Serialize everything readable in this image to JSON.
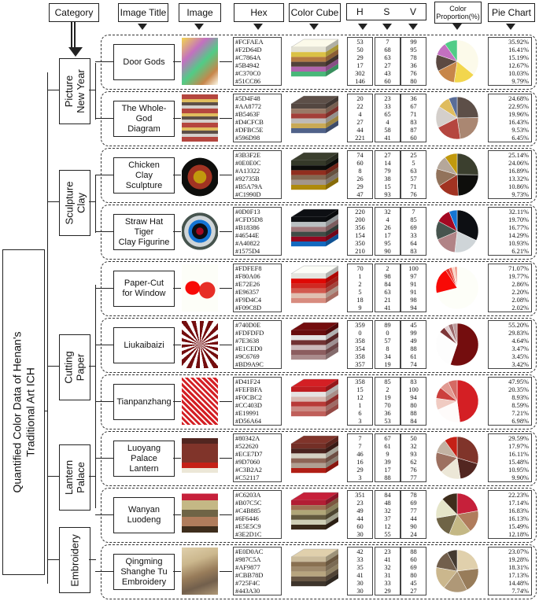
{
  "headers": {
    "category": "Category",
    "image_title": "Image Title",
    "image": "Image",
    "hex": "Hex",
    "color_cube": "Color Cube",
    "h": "H",
    "s": "S",
    "v": "V",
    "color_proportion": "Color Proportion(%)",
    "pie_chart": "Pie Chart"
  },
  "root_title_line1": "Quantified Color Data of Henan's",
  "root_title_line2": "Traditional Art ICH",
  "categories": [
    {
      "line1": "Picture",
      "line2": "New Year"
    },
    {
      "line1": "Sculpture",
      "line2": "Clay"
    },
    {
      "line1": "Cutting",
      "line2": "Paper"
    },
    {
      "line1": "Lantern",
      "line2": "Palace"
    },
    {
      "line1": "Embroidery",
      "line2": ""
    }
  ],
  "rows": [
    {
      "title": [
        "Door Gods"
      ],
      "hex": [
        "#FCFAEA",
        "#F2D64D",
        "#C7864A",
        "#5B4942",
        "#C370C0",
        "#51CC86"
      ],
      "h": [
        "53",
        "50",
        "29",
        "17",
        "302",
        "146"
      ],
      "s": [
        "7",
        "68",
        "63",
        "27",
        "43",
        "60"
      ],
      "v": [
        "99",
        "95",
        "78",
        "36",
        "76",
        "80"
      ],
      "pct": [
        "35.92%",
        "16.41%",
        "15.19%",
        "12.67%",
        "10.03%",
        "9.79%"
      ]
    },
    {
      "title": [
        "The Whole-",
        "God",
        "Diagram"
      ],
      "hex": [
        "#5D4F48",
        "#AA8772",
        "#B5463F",
        "#D4CFCB",
        "#DFBC5E",
        "#596D98"
      ],
      "h": [
        "20",
        "22",
        "4",
        "27",
        "44",
        "221"
      ],
      "s": [
        "23",
        "33",
        "65",
        "4",
        "58",
        "41"
      ],
      "v": [
        "36",
        "67",
        "71",
        "83",
        "87",
        "60"
      ],
      "pct": [
        "24.68%",
        "22.95%",
        "19.96%",
        "16.43%",
        "9.53%",
        "6.45%"
      ]
    },
    {
      "title": [
        "Chicken",
        "Clay",
        "Sculpture"
      ],
      "hex": [
        "#3B3F2E",
        "#0E0E0C",
        "#A13322",
        "#92735B",
        "#B5A79A",
        "#C1990D"
      ],
      "h": [
        "74",
        "60",
        "8",
        "26",
        "29",
        "47"
      ],
      "s": [
        "27",
        "14",
        "79",
        "38",
        "15",
        "93"
      ],
      "v": [
        "25",
        "5",
        "63",
        "57",
        "71",
        "76"
      ],
      "pct": [
        "25.14%",
        "24.06%",
        "16.89%",
        "13.32%",
        "10.86%",
        "9.73%"
      ]
    },
    {
      "title": [
        "Straw Hat",
        "Tiger",
        "Clay Figurine"
      ],
      "hex": [
        "#0D0F13",
        "#CFD5D8",
        "#B18386",
        "#46544E",
        "#A40822",
        "#1575D4"
      ],
      "h": [
        "220",
        "200",
        "356",
        "154",
        "350",
        "210"
      ],
      "s": [
        "32",
        "4",
        "26",
        "17",
        "95",
        "90"
      ],
      "v": [
        "7",
        "85",
        "69",
        "33",
        "64",
        "83"
      ],
      "pct": [
        "32.11%",
        "19.70%",
        "16.77%",
        "14.29%",
        "10.93%",
        "6.21%"
      ]
    },
    {
      "title": [
        "Paper-Cut",
        "for Window"
      ],
      "hex": [
        "#FDFEF8",
        "#F80A06",
        "#E72E26",
        "#E96357",
        "#F9D4C4",
        "#F09C8D"
      ],
      "h": [
        "70",
        "1",
        "2",
        "5",
        "18",
        "9"
      ],
      "s": [
        "2",
        "98",
        "84",
        "63",
        "21",
        "41"
      ],
      "v": [
        "100",
        "97",
        "91",
        "91",
        "98",
        "94"
      ],
      "pct": [
        "71.07%",
        "19.77%",
        "2.86%",
        "2.20%",
        "2.08%",
        "2.02%"
      ]
    },
    {
      "title": [
        "Liukaibaizi"
      ],
      "hex": [
        "#740D0E",
        "#FDFDFD",
        "#7E3638",
        "#E1CED0",
        "#9C6769",
        "#BD9A9C"
      ],
      "h": [
        "359",
        "0",
        "358",
        "354",
        "358",
        "357"
      ],
      "s": [
        "89",
        "0",
        "57",
        "8",
        "34",
        "19"
      ],
      "v": [
        "45",
        "99",
        "49",
        "88",
        "61",
        "74"
      ],
      "pct": [
        "55.20%",
        "29.83%",
        "4.64%",
        "3.47%",
        "3.45%",
        "3.42%"
      ]
    },
    {
      "title": [
        "Tianpanzhang"
      ],
      "hex": [
        "#D41F24",
        "#FEFBFA",
        "#F0CBC2",
        "#CC403D",
        "#E19991",
        "#D56A64"
      ],
      "h": [
        "358",
        "15",
        "12",
        "1",
        "6",
        "3"
      ],
      "s": [
        "85",
        "2",
        "19",
        "70",
        "36",
        "53"
      ],
      "v": [
        "83",
        "100",
        "94",
        "80",
        "88",
        "84"
      ],
      "pct": [
        "47.95%",
        "20.35%",
        "8.93%",
        "8.59%",
        "7.21%",
        "6.98%"
      ]
    },
    {
      "title": [
        "Luoyang",
        "Palace",
        "Lantern"
      ],
      "hex": [
        "#80342A",
        "#522620",
        "#ECE7D7",
        "#9D7060",
        "#C3B2A2",
        "#C52117"
      ],
      "h": [
        "7",
        "7",
        "46",
        "16",
        "29",
        "3"
      ],
      "s": [
        "67",
        "61",
        "9",
        "39",
        "17",
        "88"
      ],
      "v": [
        "50",
        "32",
        "93",
        "62",
        "76",
        "77"
      ],
      "pct": [
        "29.59%",
        "17.97%",
        "16.11%",
        "15.48%",
        "10.95%",
        "9.90%"
      ]
    },
    {
      "title": [
        "Wanyan",
        "Luodeng"
      ],
      "hex": [
        "#C6203A",
        "#B07C5C",
        "#C4B885",
        "#6F6446",
        "#E5E5C9",
        "#3E2D1C"
      ],
      "h": [
        "351",
        "23",
        "49",
        "44",
        "60",
        "30"
      ],
      "s": [
        "84",
        "48",
        "32",
        "37",
        "12",
        "55"
      ],
      "v": [
        "78",
        "69",
        "77",
        "44",
        "90",
        "24"
      ],
      "pct": [
        "22.23%",
        "17.14%",
        "16.83%",
        "16.13%",
        "15.49%",
        "12.18%"
      ]
    },
    {
      "title": [
        "Qingming",
        "Shanghe Tu",
        "Embroidery"
      ],
      "hex": [
        "#E0D0AC",
        "#987C5A",
        "#AF9877",
        "#CBB78D",
        "#725F4C",
        "#443A30"
      ],
      "h": [
        "42",
        "33",
        "35",
        "41",
        "30",
        "30"
      ],
      "s": [
        "23",
        "41",
        "32",
        "31",
        "33",
        "29"
      ],
      "v": [
        "88",
        "60",
        "69",
        "80",
        "45",
        "27"
      ],
      "pct": [
        "23.07%",
        "19.28%",
        "18.31%",
        "17.13%",
        "14.48%",
        "7.74%"
      ]
    }
  ]
}
